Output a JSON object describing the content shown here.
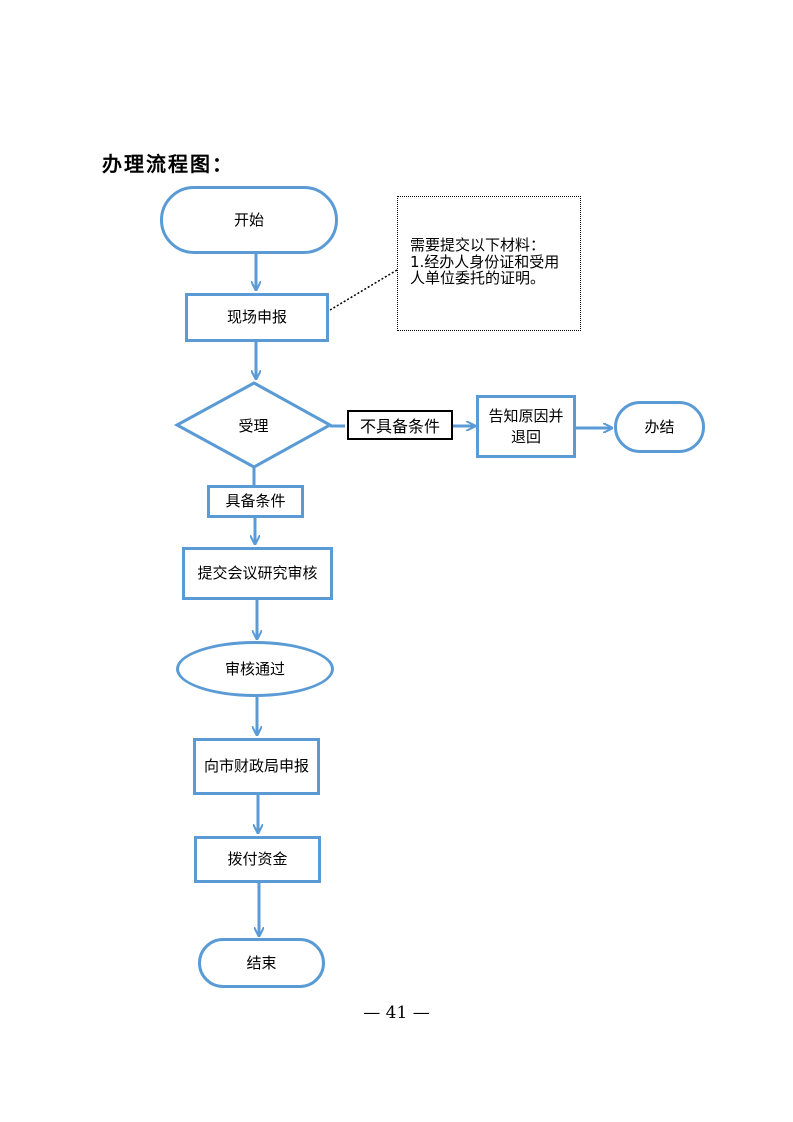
{
  "heading": "办理流程图：",
  "nodes": {
    "start": "开始",
    "onsite_apply": "现场申报",
    "accept": "受理",
    "not_qualified": "不具备条件",
    "notify_reason": "告知原因并\n退回",
    "closed": "办结",
    "qualified": "具备条件",
    "meeting_review": "提交会议研究审核",
    "review_passed": "审核通过",
    "report_finance": "向市财政局申报",
    "allocate_funds": "拨付资金",
    "end": "结束"
  },
  "note": {
    "title": "需要提交以下材料：",
    "lines": [
      "1.经办人身份证和受用",
      "人单位委托的证明。"
    ]
  },
  "page_number": "— 41 —",
  "colors": {
    "node_border": "#5b9bd5",
    "arrow": "#5b9bd5"
  }
}
